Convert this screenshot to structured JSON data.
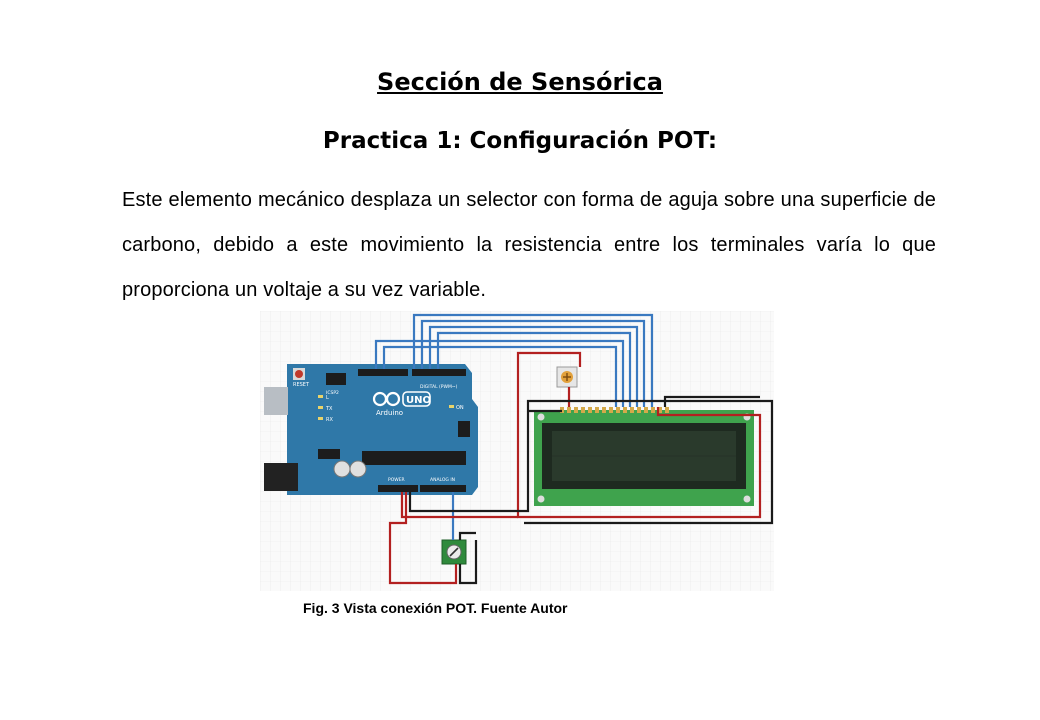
{
  "document": {
    "section_title": "Sección de Sensórica",
    "practice_title": "Practica 1: Configuración POT:",
    "paragraph": "Este elemento mecánico desplaza un selector con forma de aguja sobre una superficie de carbono, debido a este movimiento la resistencia entre los terminales varía lo que proporciona un voltaje a su vez variable.",
    "caption": "Fig. 3 Vista conexión POT. Fuente Autor"
  },
  "figure": {
    "board_label": "UNO",
    "board_brand": "Arduino",
    "reset_label": "RESET",
    "icsp_label": "ICSP2",
    "digital_label": "DIGITAL (PWM~)",
    "power_label": "POWER",
    "analog_label": "ANALOG IN",
    "tx_label": "TX",
    "rx_label": "RX",
    "l_label": "L",
    "on_label": "ON",
    "colors": {
      "board": "#2f78a8",
      "wire_blue": "#3a79c0",
      "wire_red": "#b32020",
      "wire_black": "#1a1a1a",
      "lcd_pcb": "#3fa34d",
      "lcd_screen": "#2a3a2c"
    }
  }
}
